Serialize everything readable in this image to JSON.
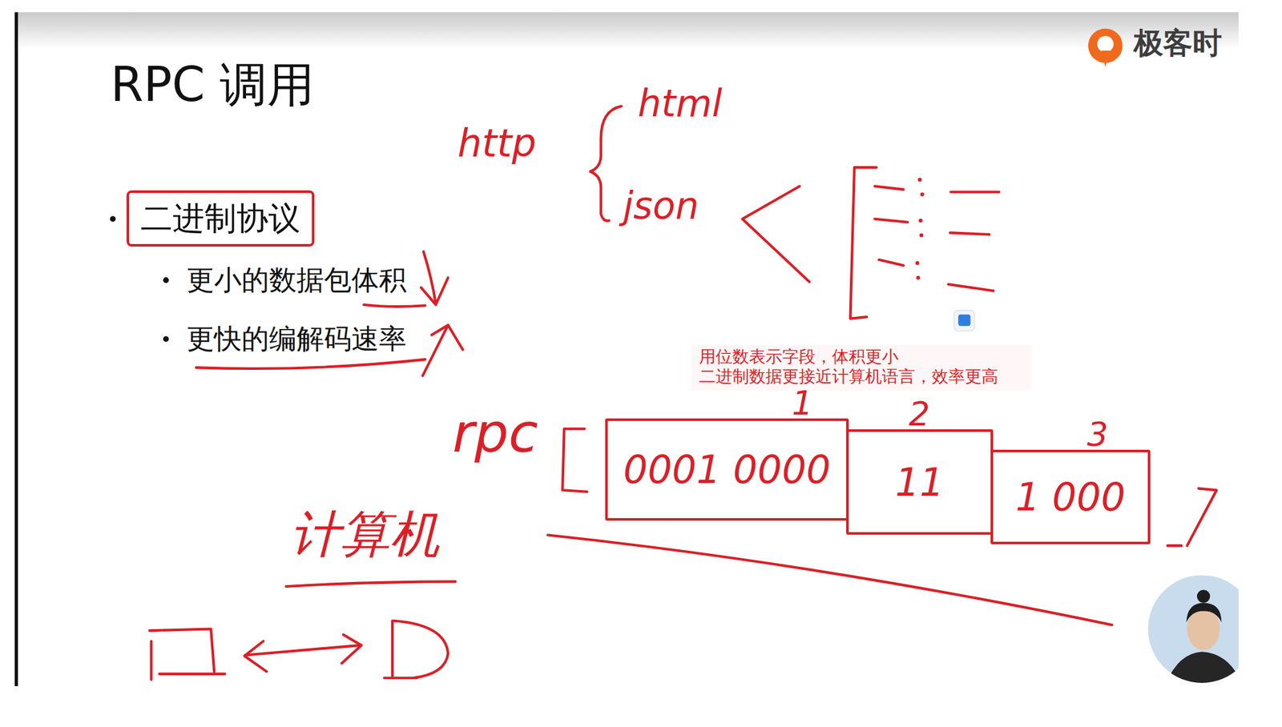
{
  "diagram": {
    "title": "RPC 调用",
    "nodes": [
      {
        "text": [
          "二进制协议"
        ]
      },
      {
        "text": [
          "1",
          "0001 0000"
        ]
      },
      {
        "text": [
          "2",
          "11"
        ]
      },
      {
        "text": [
          "3",
          "1 000"
        ]
      }
    ],
    "labels": [
      "更小的数据包体积",
      "更快的编解码速率",
      "http",
      "html",
      "json",
      "用位数表示字段，体积更小",
      "二进制数据更接近计算机语言，效率更高",
      "rpc",
      "计算机",
      "极客时"
    ]
  }
}
